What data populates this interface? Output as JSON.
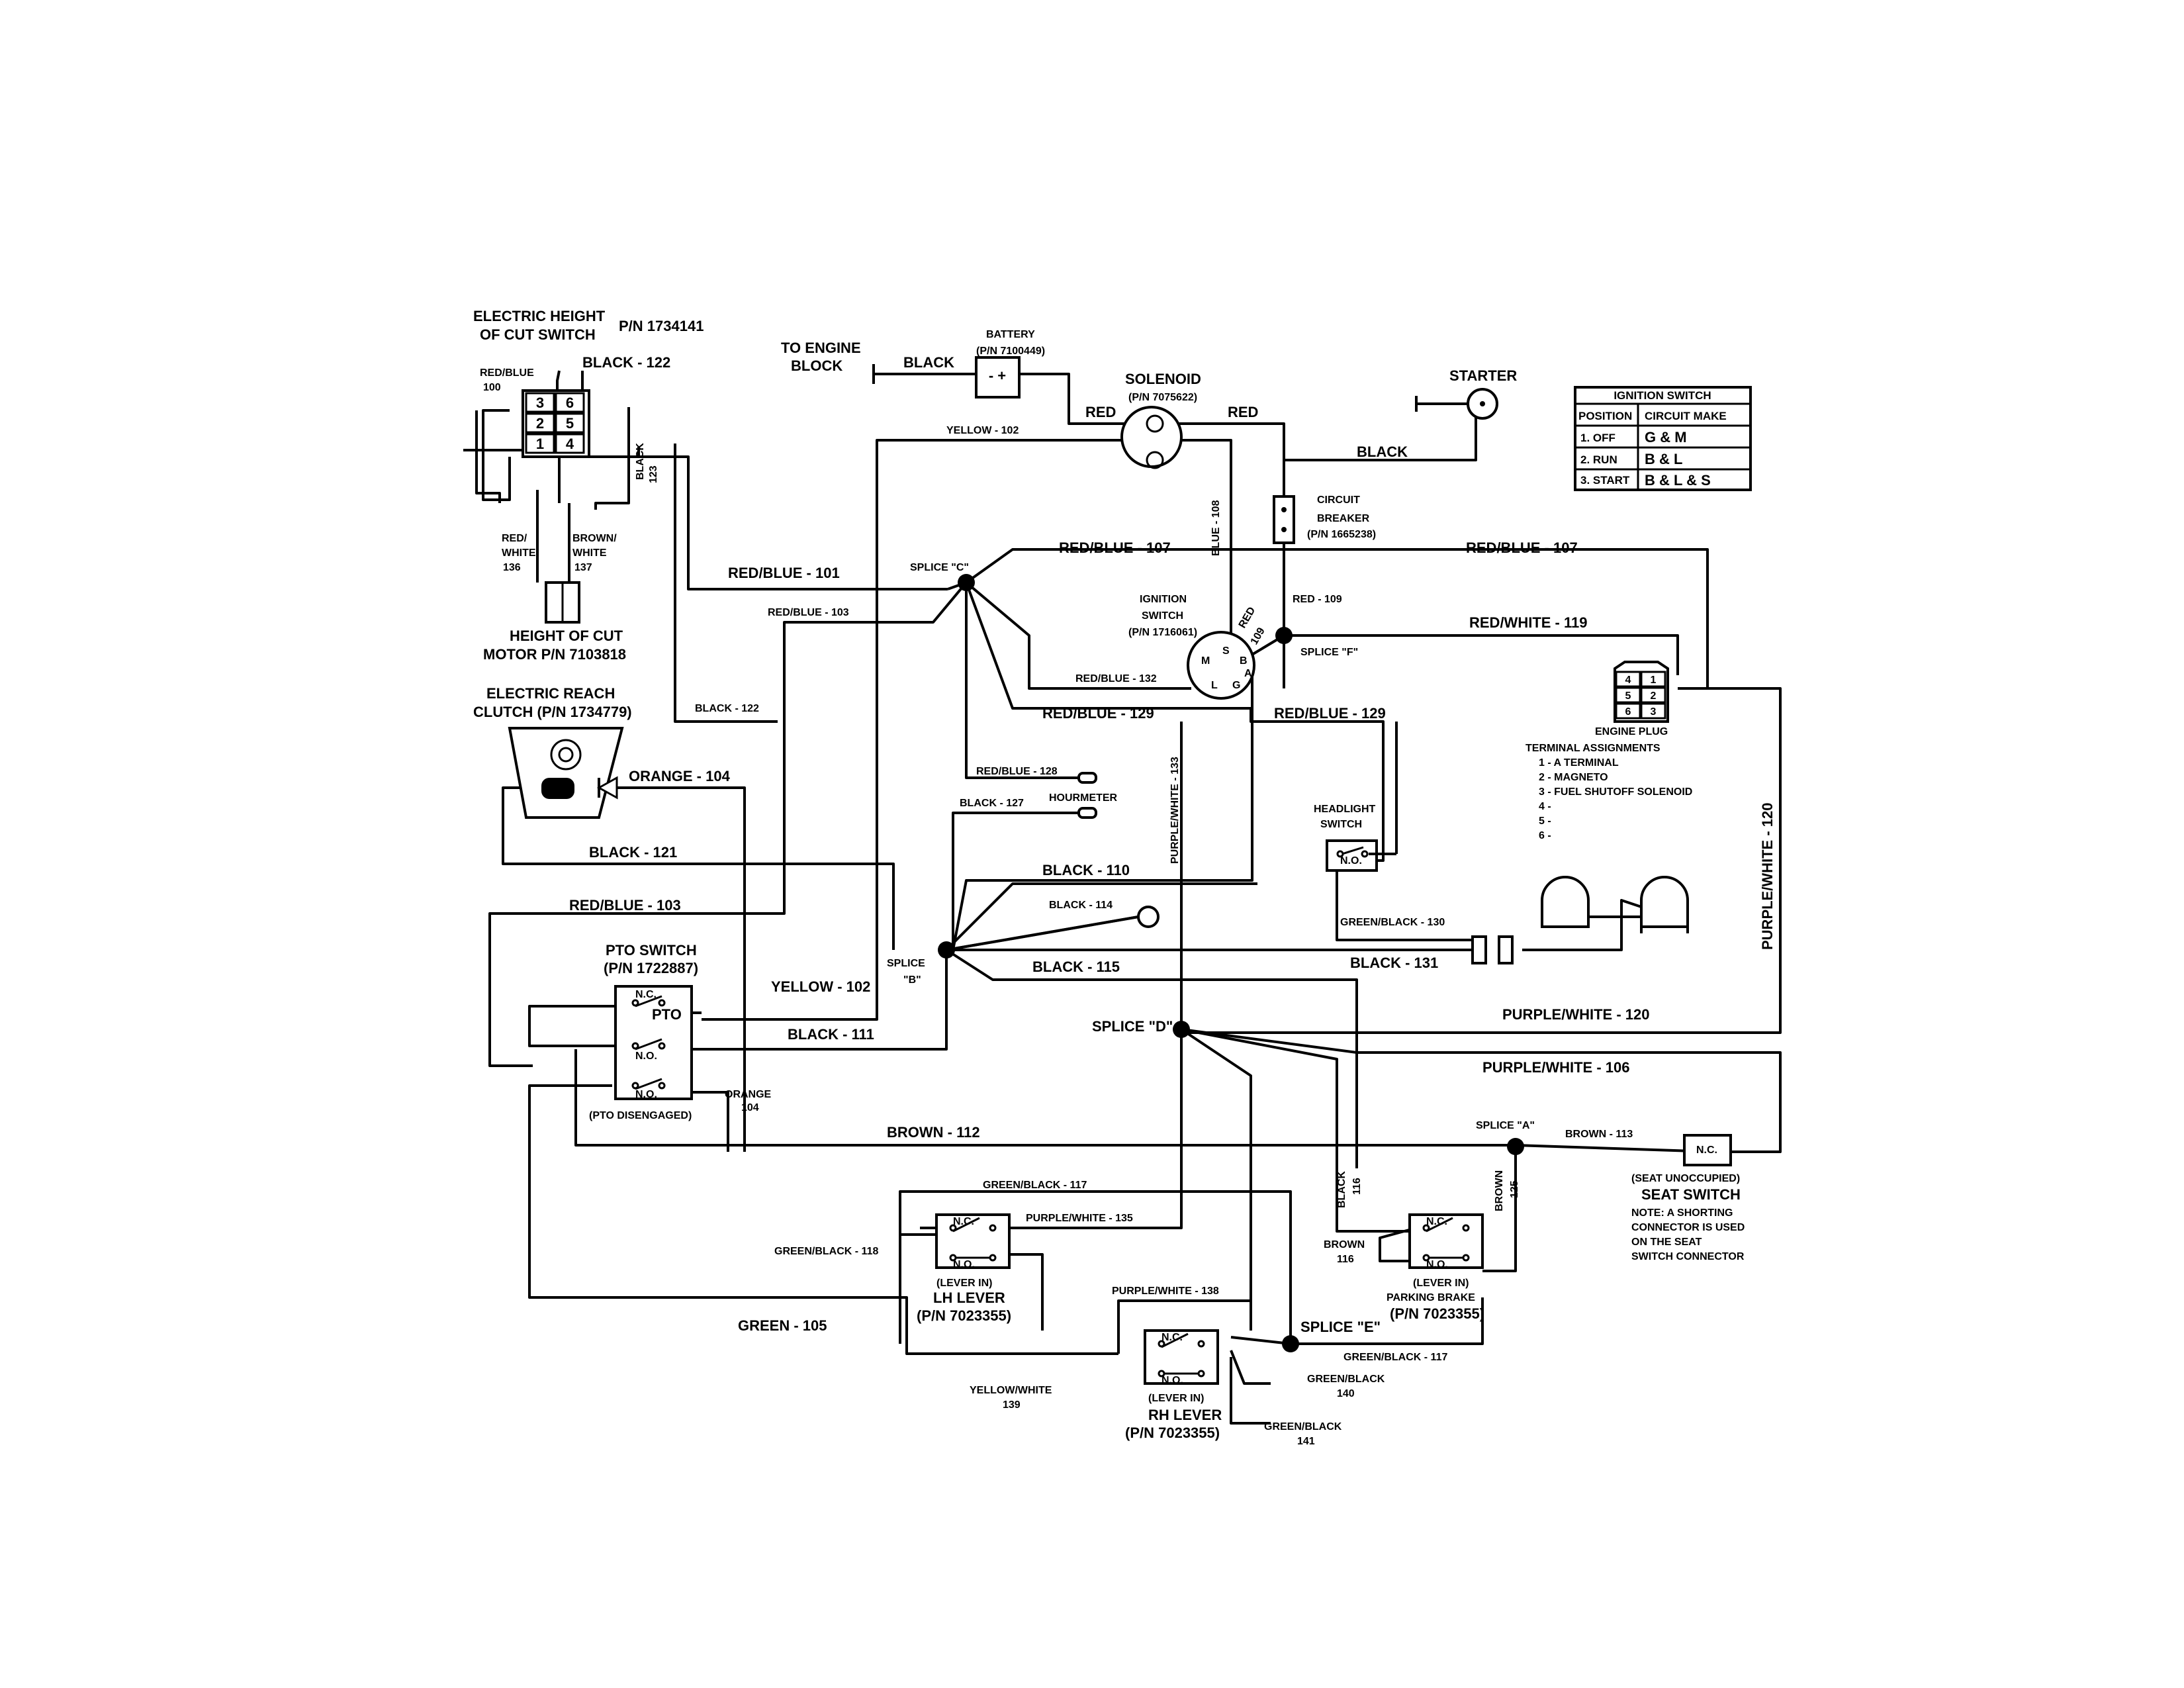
{
  "components": {
    "hoc_switch_title": "ELECTRIC HEIGHT",
    "hoc_switch_title2": "OF CUT SWITCH",
    "hoc_switch_pn": "P/N 1734141",
    "hoc_pins": [
      "3",
      "6",
      "2",
      "5",
      "1",
      "4"
    ],
    "hoc_motor": "HEIGHT OF CUT",
    "hoc_motor_pn": "MOTOR  P/N 7103818",
    "engine_block": "TO ENGINE",
    "engine_block2": "BLOCK",
    "battery": "BATTERY",
    "battery_pn": "(P/N 7100449)",
    "battery_terms": "-  +",
    "solenoid": "SOLENOID",
    "solenoid_pn": "(P/N 7075622)",
    "starter": "STARTER",
    "circuit_breaker": "CIRCUIT",
    "circuit_breaker2": "BREAKER",
    "circuit_breaker_pn": "(P/N 1665238)",
    "ignition_switch": "IGNITION",
    "ignition_switch2": "SWITCH",
    "ignition_switch_pn": "(P/N 1716061)",
    "ign_terms": [
      "S",
      "M",
      "B",
      "A",
      "L",
      "G"
    ],
    "reach_clutch": "ELECTRIC REACH",
    "reach_clutch2": "CLUTCH (P/N 1734779)",
    "hourmeter": "HOURMETER",
    "headlight_switch": "HEADLIGHT",
    "headlight_switch2": "SWITCH",
    "engine_plug": "ENGINE PLUG",
    "engine_plug_pins": [
      "4",
      "1",
      "5",
      "2",
      "6",
      "3"
    ],
    "terminal_assignments": [
      "TERMINAL ASSIGNMENTS",
      "1 - A TERMINAL",
      "2 - MAGNETO",
      "3 - FUEL SHUTOFF SOLENOID",
      "4 -",
      "5 -",
      "6 -"
    ],
    "pto_switch": "PTO SWITCH",
    "pto_switch_pn": "(P/N 1722887)",
    "pto_inner": "PTO",
    "pto_disengaged": "(PTO DISENGAGED)",
    "nc": "N.C.",
    "no": "N.O.",
    "lh_lever": "LH LEVER",
    "lever_in": "(LEVER IN)",
    "lever_pn": "(P/N 7023355)",
    "rh_lever": "RH LEVER",
    "parking_brake": "PARKING BRAKE",
    "seat_unoccupied": "(SEAT UNOCCUPIED)",
    "seat_switch": "SEAT SWITCH",
    "seat_note": [
      "NOTE: A SHORTING",
      "CONNECTOR IS USED",
      "ON THE SEAT",
      "SWITCH CONNECTOR"
    ]
  },
  "splices": {
    "a": "SPLICE \"A\"",
    "b": "SPLICE",
    "b2": "\"B\"",
    "c": "SPLICE \"C\"",
    "d": "SPLICE \"D\"",
    "e": "SPLICE \"E\"",
    "f": "SPLICE \"F\""
  },
  "wires": {
    "black_122": "BLACK - 122",
    "red_blue_100": "RED/BLUE",
    "red_blue_100b": "100",
    "black_123": "BLACK",
    "black_123b": "123",
    "red_white_136": "RED/",
    "red_white_136b": "WHITE",
    "red_white_136c": "136",
    "brown_white_137": "BROWN/",
    "brown_white_137b": "WHITE",
    "brown_white_137c": "137",
    "black_engine": "BLACK",
    "red_batt": "RED",
    "red_sol": "RED",
    "black_starter": "BLACK",
    "yellow_102_top": "YELLOW - 102",
    "blue_108": "BLUE - 108",
    "red_109": "RED - 109",
    "red_109_small": "RED",
    "red_109_small2": "109",
    "red_blue_101": "RED/BLUE - 101",
    "red_blue_107a": "RED/BLUE - 107",
    "red_blue_107b": "RED/BLUE - 107",
    "red_white_119": "RED/WHITE - 119",
    "red_blue_103_small": "RED/BLUE - 103",
    "red_blue_132": "RED/BLUE - 132",
    "black_122_mid": "BLACK - 122",
    "red_blue_129a": "RED/BLUE - 129",
    "red_blue_129b": "RED/BLUE - 129",
    "purple_white_133": "PURPLE/WHITE - 133",
    "red_blue_128": "RED/BLUE - 128",
    "black_127": "BLACK - 127",
    "orange_104": "ORANGE - 104",
    "black_121": "BLACK - 121",
    "black_110": "BLACK - 110",
    "black_114": "BLACK - 114",
    "red_blue_103": "RED/BLUE - 103",
    "green_black_130": "GREEN/BLACK - 130",
    "black_131": "BLACK - 131",
    "purple_white_120_v": "PURPLE/WHITE - 120",
    "yellow_102": "YELLOW - 102",
    "black_115": "BLACK - 115",
    "purple_white_120": "PURPLE/WHITE - 120",
    "black_111": "BLACK - 111",
    "orange_104_small": "ORANGE",
    "orange_104_small2": "104",
    "purple_white_106": "PURPLE/WHITE - 106",
    "brown_112": "BROWN - 112",
    "brown_113": "BROWN - 113",
    "black_116": "BLACK",
    "black_116b": "116",
    "brown_125": "BROWN",
    "brown_125b": "125",
    "green_black_117a": "GREEN/BLACK - 117",
    "purple_white_135": "PURPLE/WHITE - 135",
    "green_black_118": "GREEN/BLACK - 118",
    "brown_116": "BROWN",
    "brown_116b": "116",
    "green_105": "GREEN - 105",
    "purple_white_138": "PURPLE/WHITE - 138",
    "green_black_117b": "GREEN/BLACK - 117",
    "green_black_140": "GREEN/BLACK",
    "green_black_140b": "140",
    "yellow_white_139": "YELLOW/WHITE",
    "yellow_white_139b": "139",
    "green_black_141": "GREEN/BLACK",
    "green_black_141b": "141"
  },
  "ignition_table": {
    "title": "IGNITION SWITCH",
    "headers": [
      "POSITION",
      "CIRCUIT MAKE"
    ],
    "rows": [
      [
        "1.  OFF",
        "G  &  M"
      ],
      [
        "2.  RUN",
        "B  &  L"
      ],
      [
        "3.  START",
        "B  &  L  &  S"
      ]
    ]
  }
}
